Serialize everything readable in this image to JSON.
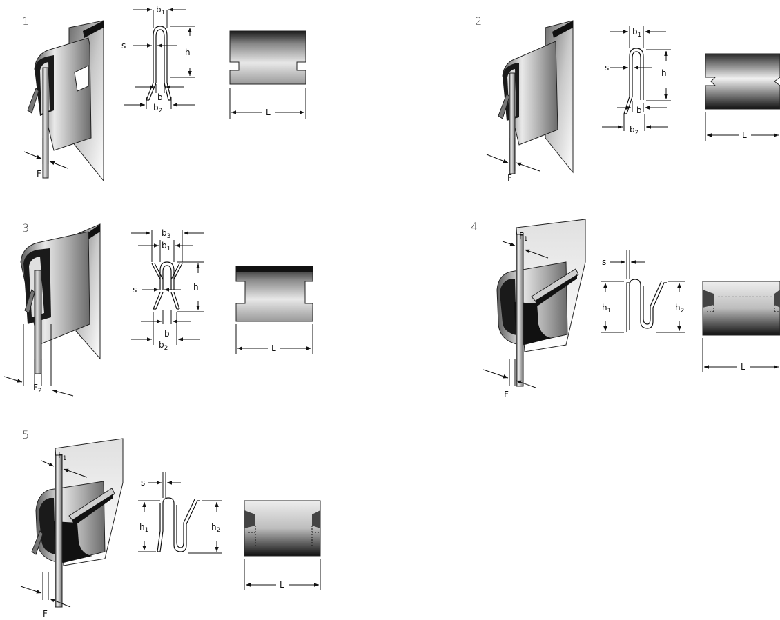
{
  "figures": [
    {
      "number": "1",
      "labels": {
        "b1": "b",
        "b1_sub": "1",
        "s": "s",
        "h": "h",
        "b": "b",
        "b2": "b",
        "b2_sub": "2",
        "L": "L",
        "F": "F"
      }
    },
    {
      "number": "2",
      "labels": {
        "b1": "b",
        "b1_sub": "1",
        "s": "s",
        "h": "h",
        "b": "b",
        "b2": "b",
        "b2_sub": "2",
        "L": "L",
        "F": "F"
      }
    },
    {
      "number": "3",
      "labels": {
        "b3": "b",
        "b3_sub": "3",
        "b1": "b",
        "b1_sub": "1",
        "s": "s",
        "h": "h",
        "b": "b",
        "b2": "b",
        "b2_sub": "2",
        "L": "L",
        "F2": "F",
        "F2_sub": "2"
      }
    },
    {
      "number": "4",
      "labels": {
        "F1": "F",
        "F1_sub": "1",
        "s": "s",
        "h1": "h",
        "h1_sub": "1",
        "h2": "h",
        "h2_sub": "2",
        "L": "L",
        "F": "F"
      }
    },
    {
      "number": "5",
      "labels": {
        "F1": "F",
        "F1_sub": "1",
        "s": "s",
        "h1": "h",
        "h1_sub": "1",
        "h2": "h",
        "h2_sub": "2",
        "L": "L",
        "F": "F"
      }
    }
  ]
}
